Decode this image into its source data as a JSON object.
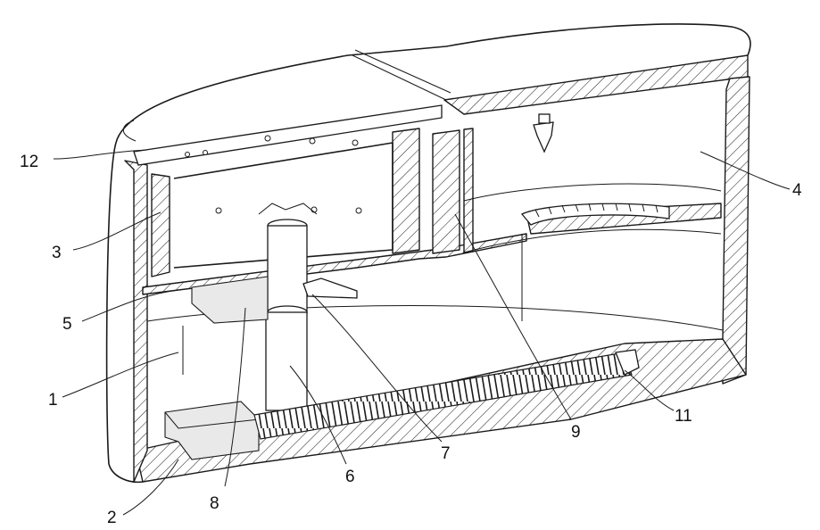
{
  "figure": {
    "labels": [
      {
        "id": "ref-12",
        "text": "12"
      },
      {
        "id": "ref-3",
        "text": "3"
      },
      {
        "id": "ref-5",
        "text": "5"
      },
      {
        "id": "ref-1",
        "text": "1"
      },
      {
        "id": "ref-2",
        "text": "2"
      },
      {
        "id": "ref-8",
        "text": "8"
      },
      {
        "id": "ref-6",
        "text": "6"
      },
      {
        "id": "ref-7",
        "text": "7"
      },
      {
        "id": "ref-9",
        "text": "9"
      },
      {
        "id": "ref-11",
        "text": "11"
      },
      {
        "id": "ref-4",
        "text": "4"
      }
    ]
  }
}
